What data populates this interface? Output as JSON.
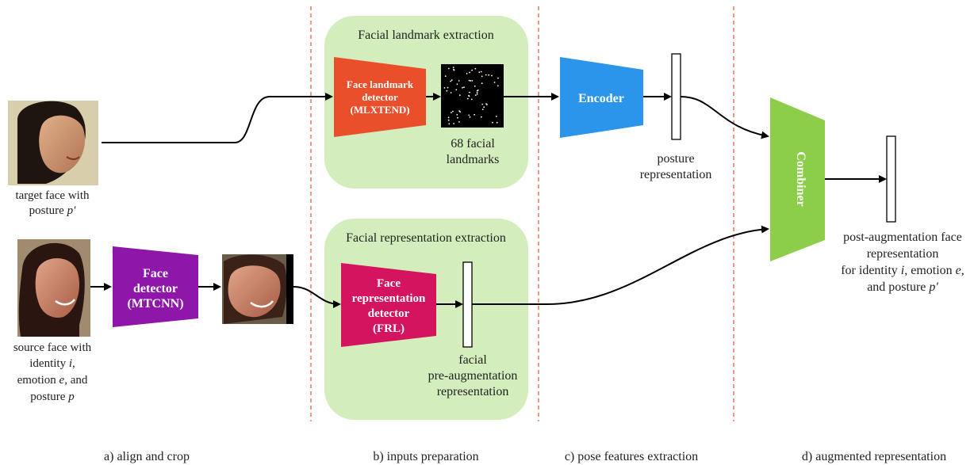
{
  "stage_captions": [
    "a) align and crop",
    "b) inputs preparation",
    "c) pose features extraction",
    "d) augmented representation"
  ],
  "target_face": {
    "caption_lines": [
      {
        "plain": "target face with"
      },
      {
        "plain": "posture ",
        "italic": "p'"
      }
    ]
  },
  "source_face": {
    "caption_lines": [
      {
        "plain": "source face with"
      },
      {
        "plain": "identity ",
        "italic": "i",
        "after": ","
      },
      {
        "plain": "emotion ",
        "italic": "e",
        "after": ", and"
      },
      {
        "plain": "posture ",
        "italic": "p"
      }
    ]
  },
  "face_detector": {
    "lines": [
      "Face",
      "detector",
      "(MTCNN)"
    ],
    "color": "#8e16a8"
  },
  "landmark_panel": {
    "title": "Facial landmark extraction",
    "color": "#d4edbc"
  },
  "landmark_detector": {
    "lines": [
      "Face landmark",
      "detector",
      "(MLXTEND)"
    ],
    "color": "#ea4f2c"
  },
  "landmarks_output": {
    "lines": [
      "68 facial",
      "landmarks"
    ]
  },
  "representation_panel": {
    "title": "Facial representation extraction",
    "color": "#d4edbc"
  },
  "representation_detector": {
    "lines": [
      "Face",
      "representation",
      "detector",
      "(FRL)"
    ],
    "color": "#d4145f"
  },
  "pre_aug_output": {
    "lines": [
      "facial",
      "pre-augmentation",
      "representation"
    ]
  },
  "encoder": {
    "label": "Encoder",
    "color": "#2b95ec"
  },
  "posture_output": {
    "lines": [
      "posture",
      "representation"
    ]
  },
  "combiner": {
    "label": "Combiner",
    "color": "#8ccd4a"
  },
  "post_aug_output": {
    "lines": [
      {
        "plain": "post-augmentation face"
      },
      {
        "plain": "representation"
      },
      {
        "plain": "for identity ",
        "italic": "i",
        "after": ", emotion ",
        "italic2": "e",
        "after2": ","
      },
      {
        "plain": "and posture ",
        "italic": "p'"
      }
    ]
  },
  "divider_color": "#e8623e"
}
